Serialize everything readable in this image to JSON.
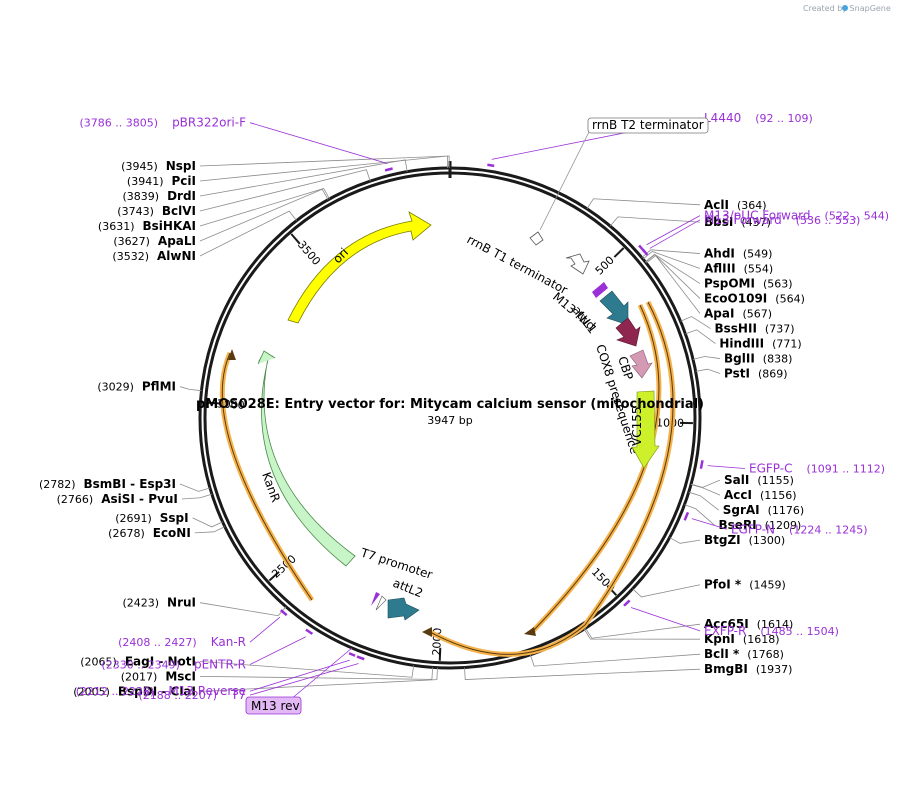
{
  "credit": "Created by SnapGene",
  "map": {
    "title": "pMOS028E: Entry vector for: Mitycam calcium sensor (mitochondrial)",
    "size_label": "3947 bp",
    "total_bp": 3947
  },
  "ticks": [
    {
      "bp": 500,
      "label": "500"
    },
    {
      "bp": 1000,
      "label": "1000"
    },
    {
      "bp": 1500,
      "label": "1500"
    },
    {
      "bp": 2000,
      "label": "2000"
    },
    {
      "bp": 2500,
      "label": "2500"
    },
    {
      "bp": 3000,
      "label": "3000"
    },
    {
      "bp": 3500,
      "label": "3500"
    }
  ],
  "enzymes": [
    {
      "name": "PciI",
      "pos": "(3941)",
      "bp": 3941
    },
    {
      "name": "NspI",
      "pos": "(3945)",
      "bp": 3945
    },
    {
      "name": "DrdI",
      "pos": "(3839)",
      "bp": 3839
    },
    {
      "name": "BclVI",
      "pos": "(3743)",
      "bp": 3743
    },
    {
      "name": "BsiHKAI",
      "pos": "(3631)",
      "bp": 3631
    },
    {
      "name": "ApaLI",
      "pos": "(3627)",
      "bp": 3627
    },
    {
      "name": "AlwNI",
      "pos": "(3532)",
      "bp": 3532
    },
    {
      "name": "PflMI",
      "pos": "(3029)",
      "bp": 3029
    },
    {
      "name": "BsmBI - Esp3I",
      "pos": "(2782)",
      "bp": 2782
    },
    {
      "name": "AsiSI - PvuI",
      "pos": "(2766)",
      "bp": 2766
    },
    {
      "name": "SspI",
      "pos": "(2691)",
      "bp": 2691
    },
    {
      "name": "EcoNI",
      "pos": "(2678)",
      "bp": 2678
    },
    {
      "name": "NruI",
      "pos": "(2423)",
      "bp": 2423
    },
    {
      "name": "EagI - NotI",
      "pos": "(2065)",
      "bp": 2065
    },
    {
      "name": "MscI",
      "pos": "(2017)",
      "bp": 2017
    },
    {
      "name": "BspDI - ClaI",
      "pos": "(2005)",
      "bp": 2005
    },
    {
      "name": "BmgBI",
      "pos": "(1937)",
      "bp": 1937
    },
    {
      "name": "BclI *",
      "pos": "(1768)",
      "bp": 1768
    },
    {
      "name": "KpnI",
      "pos": "(1618)",
      "bp": 1618
    },
    {
      "name": "Acc65I",
      "pos": "(1614)",
      "bp": 1614
    },
    {
      "name": "PfoI *",
      "pos": "(1459)",
      "bp": 1459
    },
    {
      "name": "BtgZI",
      "pos": "(1300)",
      "bp": 1300
    },
    {
      "name": "BseRI",
      "pos": "(1209)",
      "bp": 1209
    },
    {
      "name": "SgrAI",
      "pos": "(1176)",
      "bp": 1176
    },
    {
      "name": "AccI",
      "pos": "(1156)",
      "bp": 1156
    },
    {
      "name": "SalI",
      "pos": "(1155)",
      "bp": 1155
    },
    {
      "name": "PstI",
      "pos": "(869)",
      "bp": 869
    },
    {
      "name": "BglII",
      "pos": "(838)",
      "bp": 838
    },
    {
      "name": "HindIII",
      "pos": "(771)",
      "bp": 771
    },
    {
      "name": "BssHII",
      "pos": "(737)",
      "bp": 737
    },
    {
      "name": "ApaI",
      "pos": "(567)",
      "bp": 567
    },
    {
      "name": "EcoO109I",
      "pos": "(564)",
      "bp": 564
    },
    {
      "name": "PspOMI",
      "pos": "(563)",
      "bp": 563
    },
    {
      "name": "AflIII",
      "pos": "(554)",
      "bp": 554
    },
    {
      "name": "AhdI",
      "pos": "(549)",
      "bp": 549
    },
    {
      "name": "BbsI",
      "pos": "(437)",
      "bp": 437
    },
    {
      "name": "AclI",
      "pos": "(364)",
      "bp": 364
    }
  ],
  "primers": [
    {
      "name": "L4440",
      "pos": "(92 .. 109)",
      "start": 92,
      "end": 109
    },
    {
      "name": "M13/pUC Forward",
      "pos": "(522 .. 544)",
      "start": 522,
      "end": 544
    },
    {
      "name": "M13 Forward",
      "pos": "(536 .. 553)",
      "start": 536,
      "end": 553
    },
    {
      "name": "EGFP-C",
      "pos": "(1091 .. 1112)",
      "start": 1091,
      "end": 1112
    },
    {
      "name": "EGFP-N",
      "pos": "(1224 .. 1245)",
      "start": 1224,
      "end": 1245
    },
    {
      "name": "EXFP-R",
      "pos": "(1485 .. 1504)",
      "start": 1485,
      "end": 1504
    },
    {
      "name": "T7",
      "pos": "(2188 .. 2207)",
      "start": 2188,
      "end": 2207
    },
    {
      "name": "M13 Reverse",
      "pos": "(2212 .. 2228)",
      "start": 2212,
      "end": 2228
    },
    {
      "name": "pENTR-R",
      "pos": "(2330 .. 2349)",
      "start": 2330,
      "end": 2349
    },
    {
      "name": "Kan-R",
      "pos": "(2408 .. 2427)",
      "start": 2408,
      "end": 2427
    },
    {
      "name": "pBR322ori-F",
      "pos": "(3786 .. 3805)",
      "start": 3786,
      "end": 3805
    }
  ],
  "boxed_labels": {
    "terminator_box": "rrnB T2 terminator",
    "m13rev_box": "M13 rev"
  },
  "feature_labels": {
    "rrnb_t1": "rrnB T1 terminator",
    "m13_fwd": "M13 fwd",
    "attl1": "attL1",
    "cox8": "COX8 presequence",
    "cbp": "CBP",
    "vc155": "VC155",
    "t7_promoter": "T7 promoter",
    "attl2": "attL2",
    "ori": "ori",
    "kanr": "KanR"
  },
  "colors": {
    "backbone": "#1a1a1a",
    "ori": "#ffff00",
    "kanr": "#c8f5c8",
    "attl": "#2e7a8e",
    "cox8": "#8e2650",
    "cbp": "#d49ab4",
    "vc155": "#ccf02a",
    "orf": "#f5b24a",
    "primer": "#9a30d8"
  }
}
